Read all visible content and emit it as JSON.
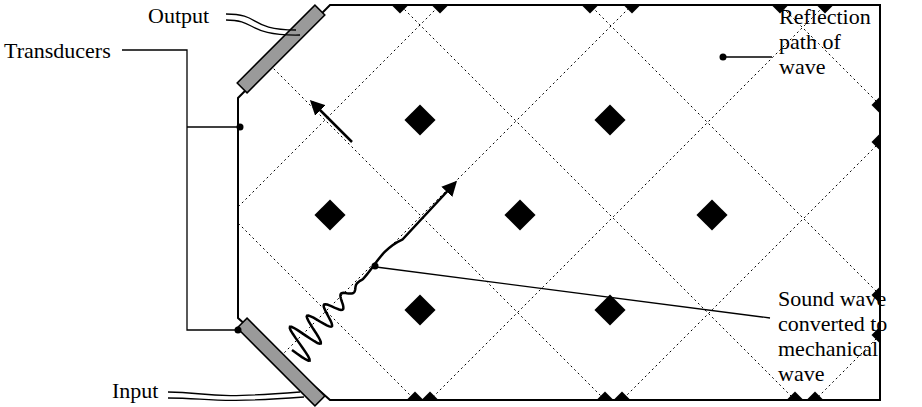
{
  "diagram": {
    "labels": [
      "Output",
      "Reflection path of wave",
      "Transducers",
      "Sound wave converted to mechanical wave",
      "Input"
    ]
  }
}
